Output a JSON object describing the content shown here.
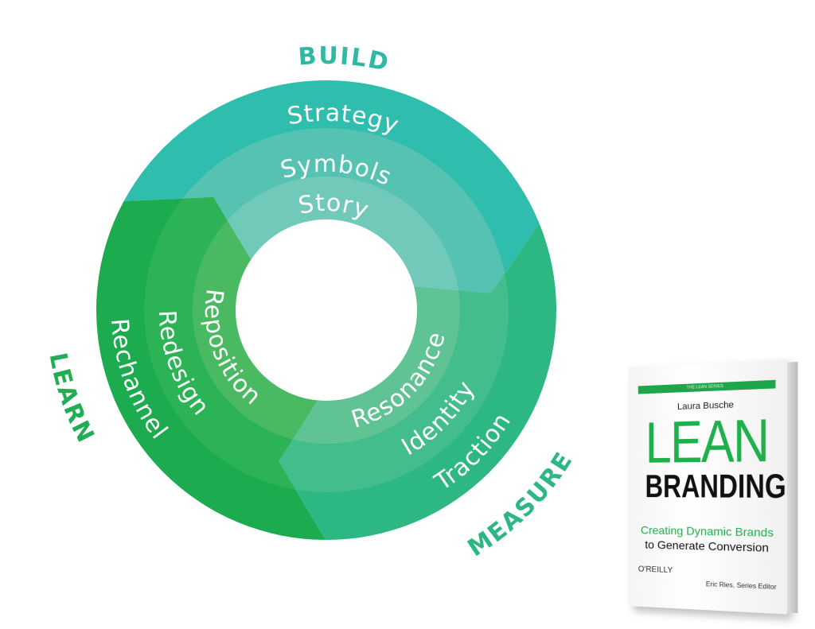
{
  "phases": {
    "build": {
      "label": "BUILD",
      "color": "#2fb9a5"
    },
    "measure": {
      "label": "MEASURE",
      "color": "#2db784"
    },
    "learn": {
      "label": "LEARN",
      "color": "#22ad55"
    }
  },
  "sectors": {
    "build": {
      "rings": [
        "Strategy",
        "Symbols",
        "Story"
      ],
      "colors": [
        "#2fbdad",
        "#56c3b2",
        "#70c9b9"
      ]
    },
    "measure": {
      "rings": [
        "Traction",
        "Identity",
        "Resonance"
      ],
      "colors": [
        "#2db783",
        "#44bd8c",
        "#5fc394"
      ]
    },
    "learn": {
      "rings": [
        "Rechannel",
        "Redesign",
        "Reposition"
      ],
      "colors": [
        "#1cab4e",
        "#2cb355",
        "#4aba62"
      ]
    }
  },
  "book": {
    "series": "THE LEAN SERIES",
    "author": "Laura Busche",
    "title_line1": "LEAN",
    "title_line2": "BRANDING",
    "subtitle_line1": "Creating Dynamic Brands",
    "subtitle_line2": "to Generate Conversion",
    "publisher": "O'REILLY",
    "editor": "Eric Ries, Series Editor"
  }
}
